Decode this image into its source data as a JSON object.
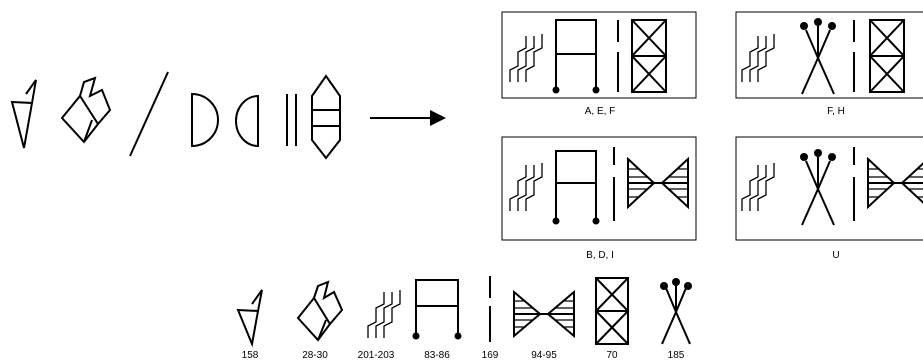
{
  "sign_panels": [
    {
      "id": "panel-1",
      "caption": "A, E, F"
    },
    {
      "id": "panel-2",
      "caption": "F, H"
    },
    {
      "id": "panel-3",
      "caption": "B, D, I"
    },
    {
      "id": "panel-4",
      "caption": "U"
    }
  ],
  "sign_index": [
    {
      "sign": "triangle-flag-sign",
      "number": "158"
    },
    {
      "sign": "folded-pennant-sign",
      "number": "28-30"
    },
    {
      "sign": "zigzag-strokes-sign",
      "number": "201-203"
    },
    {
      "sign": "gate-sign",
      "number": "83-86"
    },
    {
      "sign": "vertical-stroke-sign",
      "number": "169"
    },
    {
      "sign": "bowtie-sign",
      "number": "94-95"
    },
    {
      "sign": "lattice-sign",
      "number": "70"
    },
    {
      "sign": "three-pin-sign",
      "number": "185"
    }
  ],
  "colors": {
    "ink": "#000000",
    "background": "#ffffff"
  }
}
